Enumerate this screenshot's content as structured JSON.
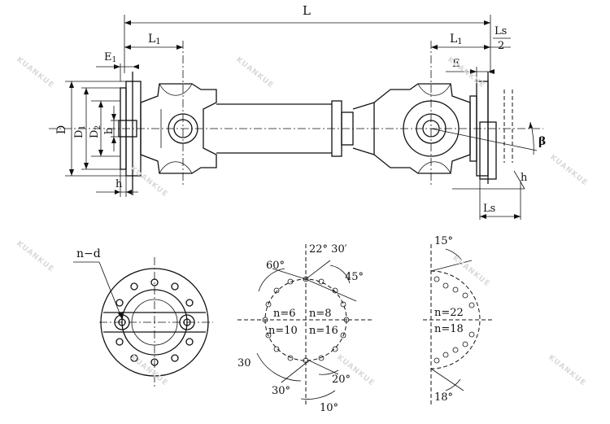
{
  "labels": {
    "L": "L",
    "L1_left": "L",
    "L1_left_sub": "1",
    "L1_right": "L",
    "L1_right_sub": "1",
    "Ls_num": "Ls",
    "Ls_den": "2",
    "E1": "E",
    "E1_sub": "1",
    "E": "E",
    "D": "D",
    "D1": "D",
    "D1_sub": "1",
    "D2": "D",
    "D2_sub": "2",
    "b": "b",
    "h_left": "h",
    "h_right": "h",
    "Ls_bottom": "Ls",
    "beta": "β",
    "n_d": "n−d"
  },
  "views": {
    "mid": {
      "n6": "n=6",
      "n8": "n=8",
      "n10": "n=10",
      "n16": "n=16",
      "a22_30": "22° 30′",
      "a60": "60°",
      "a45": "45°",
      "a30_left": "30",
      "a30_bottom": "30°",
      "a20": "20°",
      "a10": "10°"
    },
    "right": {
      "a15": "15°",
      "n22": "n=22",
      "n18": "n=18",
      "a18": "18°"
    }
  },
  "watermark": "KUANKUE"
}
